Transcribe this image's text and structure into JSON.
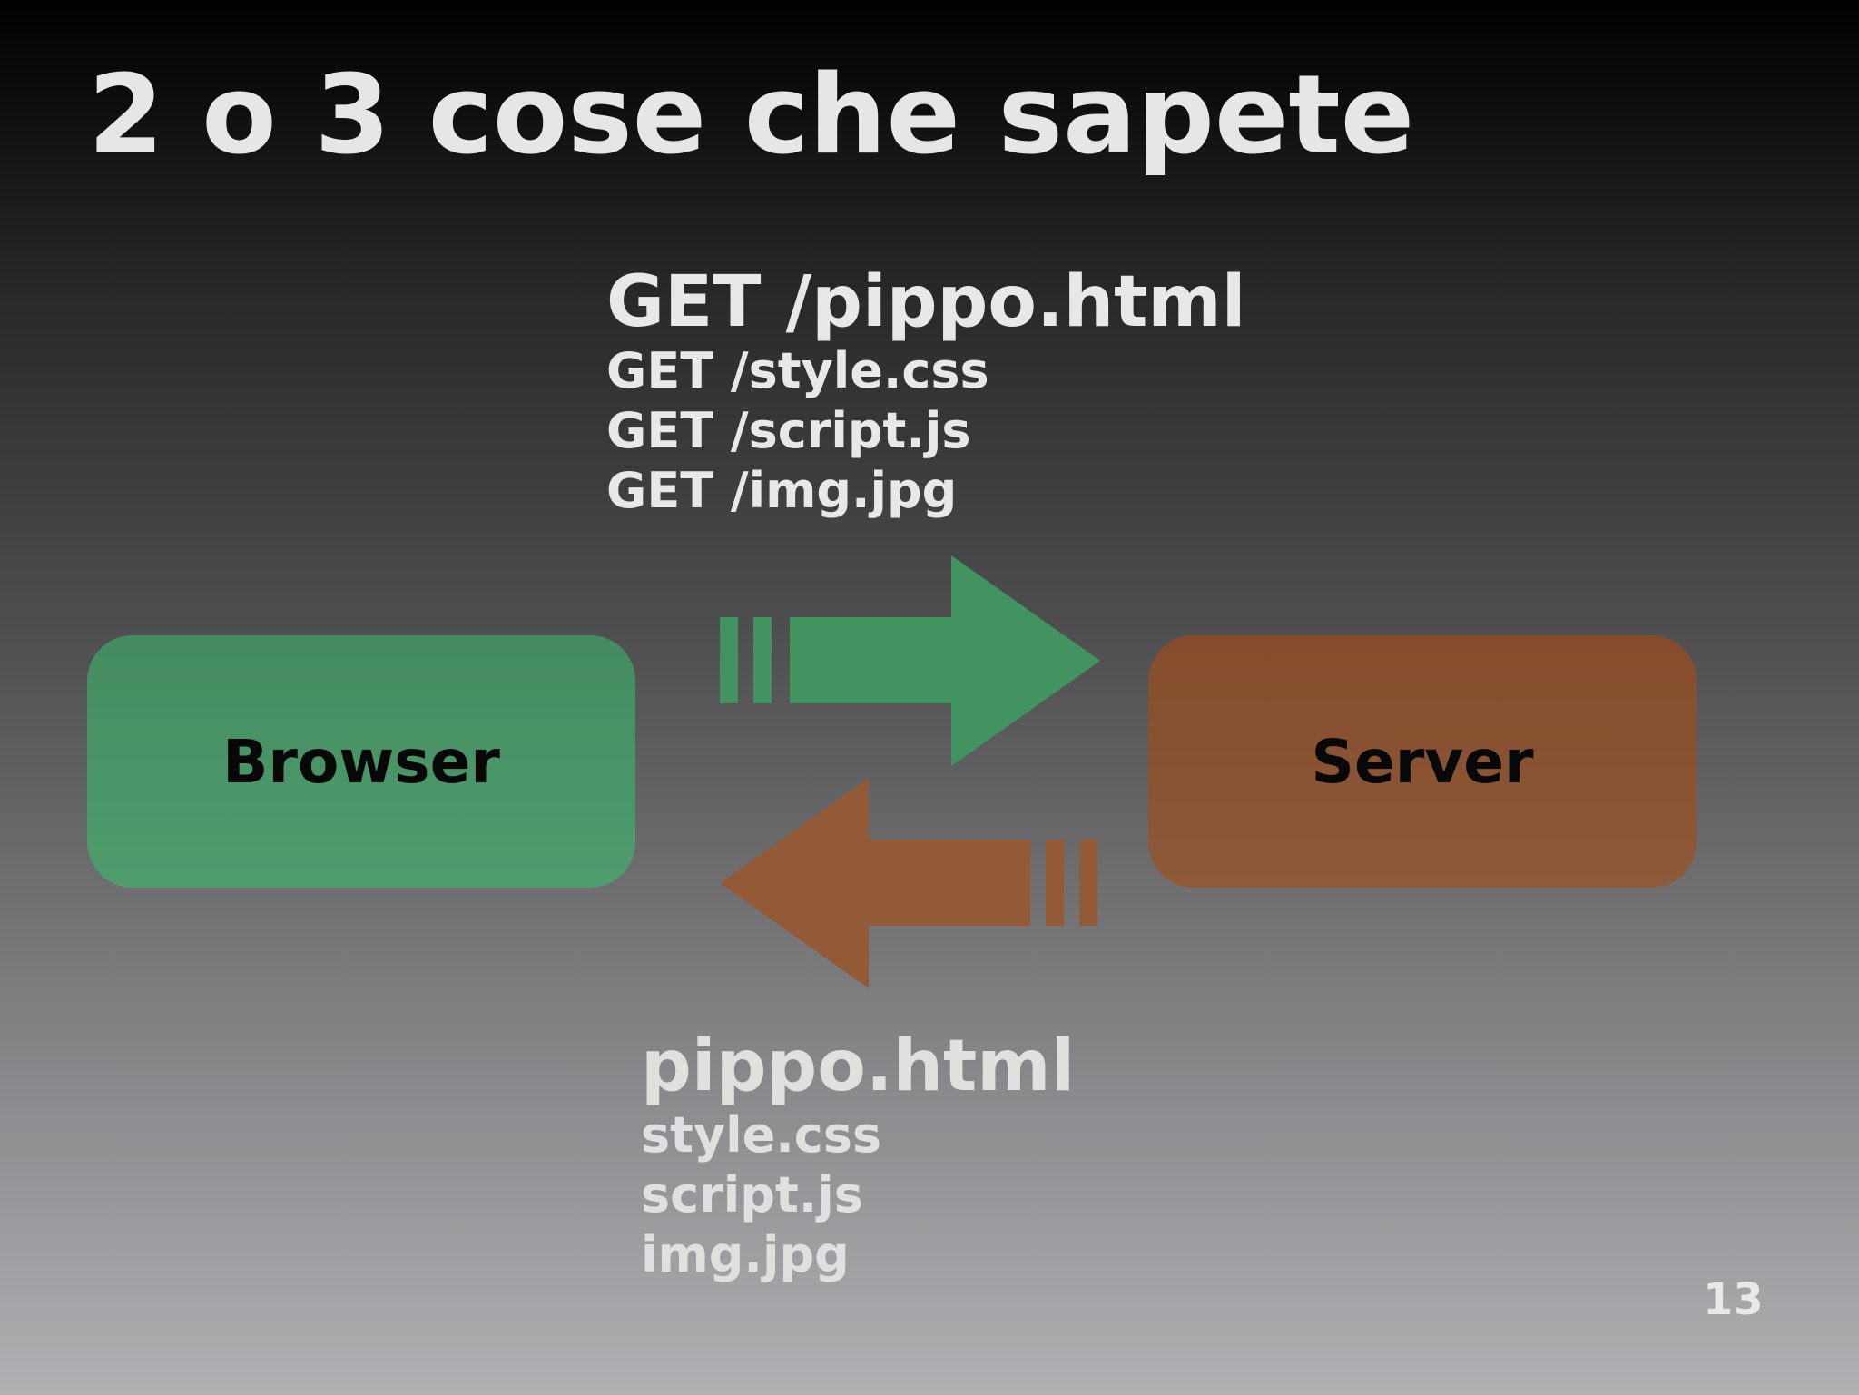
{
  "slide": {
    "title": "2 o 3 cose che sapete",
    "page_number": "13"
  },
  "nodes": {
    "browser": {
      "label": "Browser",
      "color": "#4a9566"
    },
    "server": {
      "label": "Server",
      "color": "#8a5433"
    }
  },
  "requests": {
    "main": "GET /pippo.html",
    "items": [
      "GET /style.css",
      "GET /script.js",
      "GET /img.jpg"
    ],
    "arrow_color": "#439361"
  },
  "responses": {
    "main": "pippo.html",
    "items": [
      "style.css",
      "script.js",
      "img.jpg"
    ],
    "arrow_color": "#935a37"
  }
}
